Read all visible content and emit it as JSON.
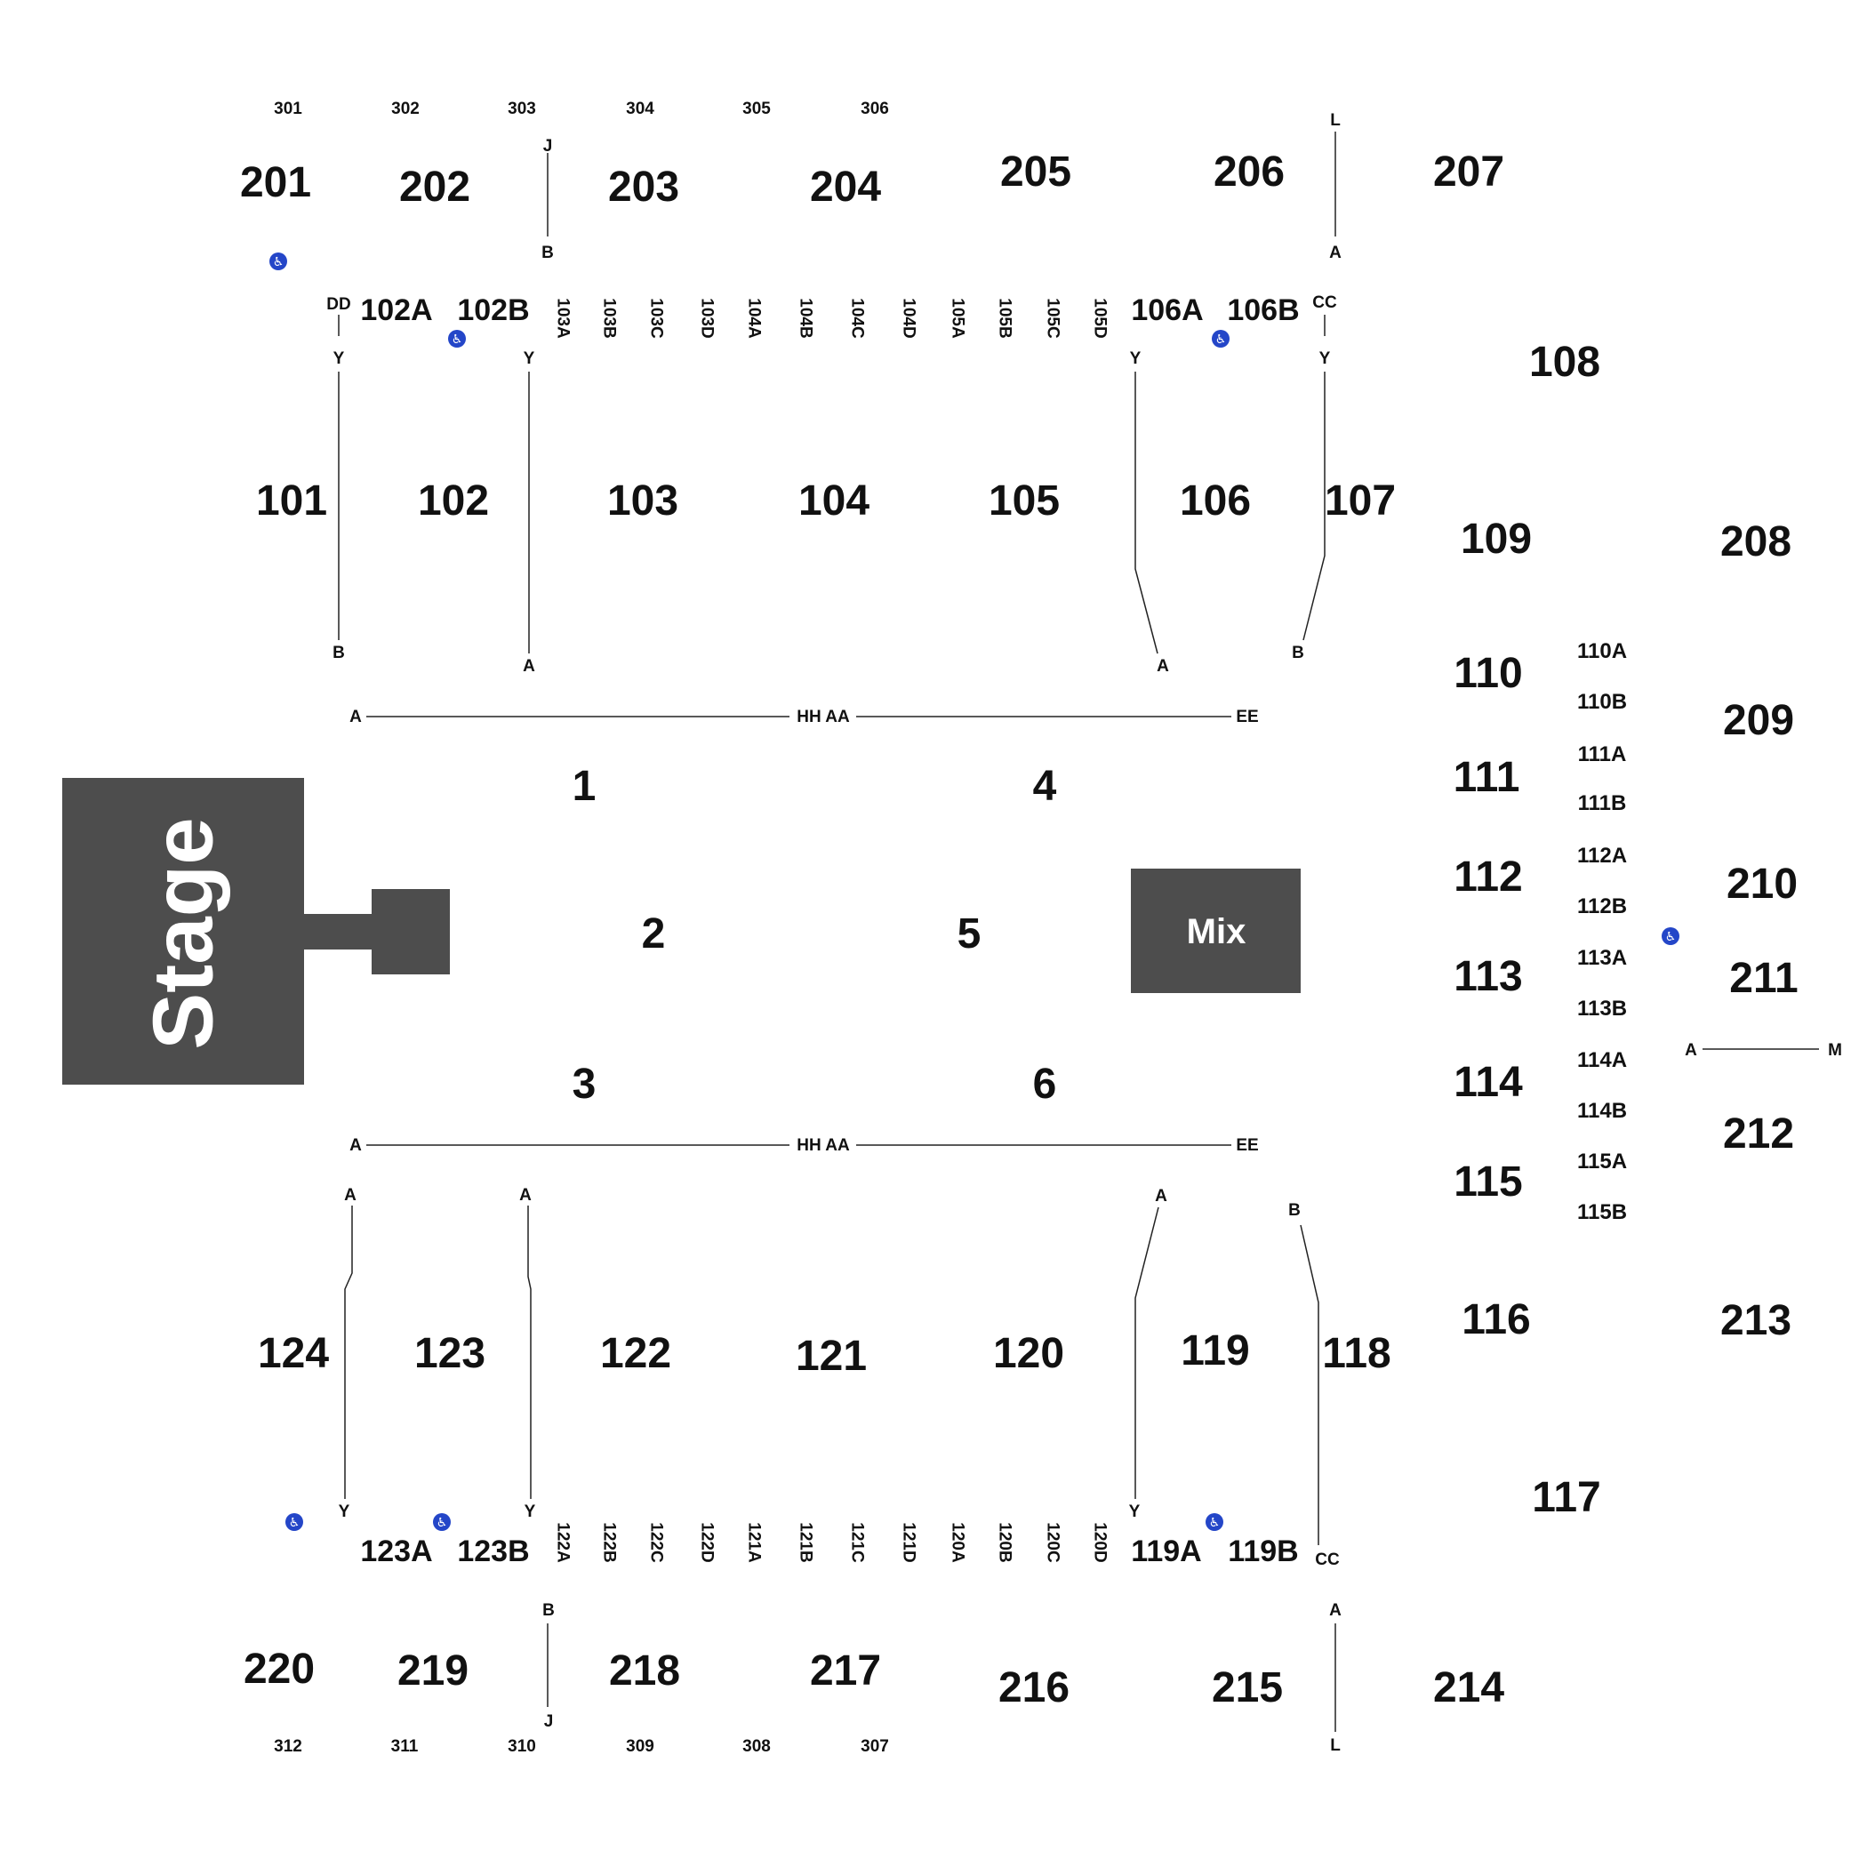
{
  "map": {
    "stage_label": "Stage",
    "mix_label": "Mix",
    "colors": {
      "block": "#4d4d4d",
      "accessible": "#2446c8",
      "text": "#111111"
    },
    "icon": "wheelchair-accessible-icon",
    "upper_300": [
      "301",
      "302",
      "303",
      "304",
      "305",
      "306",
      "307",
      "308",
      "309",
      "310",
      "311",
      "312"
    ],
    "upper_200": [
      "201",
      "202",
      "203",
      "204",
      "205",
      "206",
      "207",
      "208",
      "209",
      "210",
      "211",
      "212",
      "213",
      "214",
      "215",
      "216",
      "217",
      "218",
      "219",
      "220"
    ],
    "lower_100": [
      "101",
      "102",
      "103",
      "104",
      "105",
      "106",
      "107",
      "108",
      "109",
      "110",
      "111",
      "112",
      "113",
      "114",
      "115",
      "116",
      "117",
      "118",
      "119",
      "120",
      "121",
      "122",
      "123",
      "124"
    ],
    "sub_sections": [
      "102A",
      "102B",
      "103A",
      "103B",
      "103C",
      "103D",
      "104A",
      "104B",
      "104C",
      "104D",
      "105A",
      "105B",
      "105C",
      "105D",
      "106A",
      "106B",
      "110A",
      "110B",
      "111A",
      "111B",
      "112A",
      "112B",
      "113A",
      "113B",
      "114A",
      "114B",
      "115A",
      "115B",
      "119A",
      "119B",
      "120A",
      "120B",
      "120C",
      "120D",
      "121A",
      "121B",
      "121C",
      "121D",
      "122A",
      "122B",
      "122C",
      "122D",
      "123A",
      "123B"
    ],
    "floor": [
      "1",
      "2",
      "3",
      "4",
      "5",
      "6"
    ],
    "row_labels": [
      "J",
      "B",
      "L",
      "A",
      "DD",
      "CC",
      "Y",
      "HH AA",
      "EE",
      "M"
    ]
  }
}
